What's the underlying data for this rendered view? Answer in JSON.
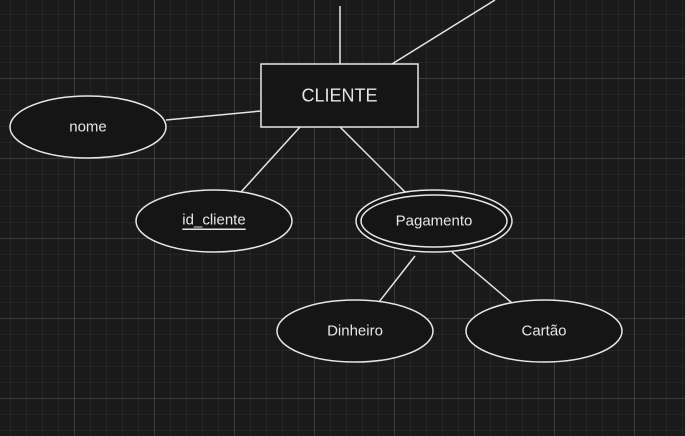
{
  "diagram": {
    "entity": {
      "label": "CLIENTE"
    },
    "attributes": {
      "nome": {
        "label": "nome"
      },
      "id_cliente": {
        "label": "id_cliente",
        "key": true
      },
      "pagamento": {
        "label": "Pagamento",
        "multivalued": true
      },
      "dinheiro": {
        "label": "Dinheiro"
      },
      "cartao": {
        "label": "Cartão"
      }
    },
    "colors": {
      "background": "#1a1a1a",
      "stroke": "#e6e6e6",
      "shape_fill": "#151515",
      "text": "#e6e6e6"
    }
  }
}
